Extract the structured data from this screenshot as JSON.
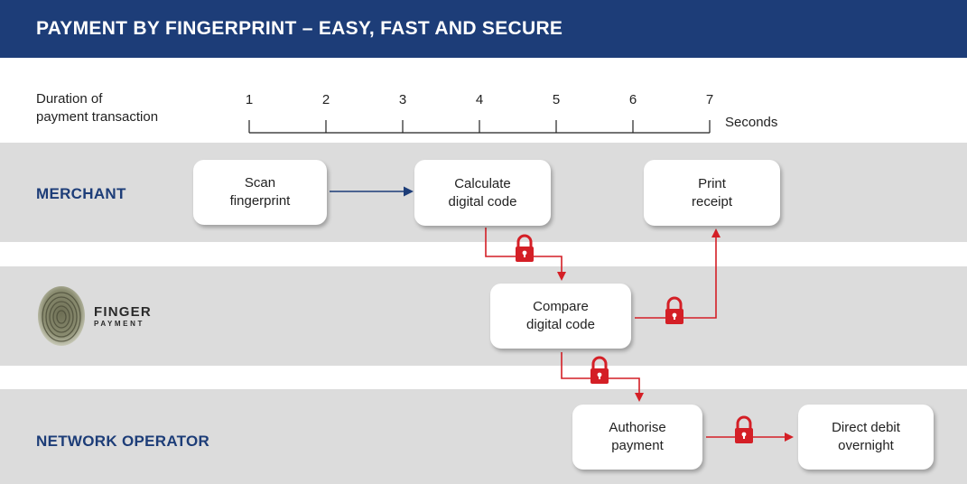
{
  "header": {
    "title": "PAYMENT BY FINGERPRINT – EASY, FAST AND SECURE"
  },
  "timeline": {
    "label_line1": "Duration of",
    "label_line2": "payment transaction",
    "ticks": [
      "1",
      "2",
      "3",
      "4",
      "5",
      "6",
      "7"
    ],
    "unit": "Seconds"
  },
  "lanes": {
    "merchant": "MERCHANT",
    "fingerpayment_logo": {
      "word1": "FINGER",
      "word2": "PAYMENT"
    },
    "network_operator": "NETWORK OPERATOR"
  },
  "steps": {
    "scan": {
      "line1": "Scan",
      "line2": "fingerprint"
    },
    "calculate": {
      "line1": "Calculate",
      "line2": "digital code"
    },
    "print": {
      "line1": "Print",
      "line2": "receipt"
    },
    "compare": {
      "line1": "Compare",
      "line2": "digital code"
    },
    "authorise": {
      "line1": "Authorise",
      "line2": "payment"
    },
    "debit": {
      "line1": "Direct debit",
      "line2": "overnight"
    }
  },
  "colors": {
    "header_bg": "#1d3d78",
    "lane_bg": "#dcdcdc",
    "secure_arrow": "#d41f26",
    "plain_arrow": "#1d3d78"
  },
  "icons": [
    "lock-icon",
    "fingerprint-icon"
  ]
}
